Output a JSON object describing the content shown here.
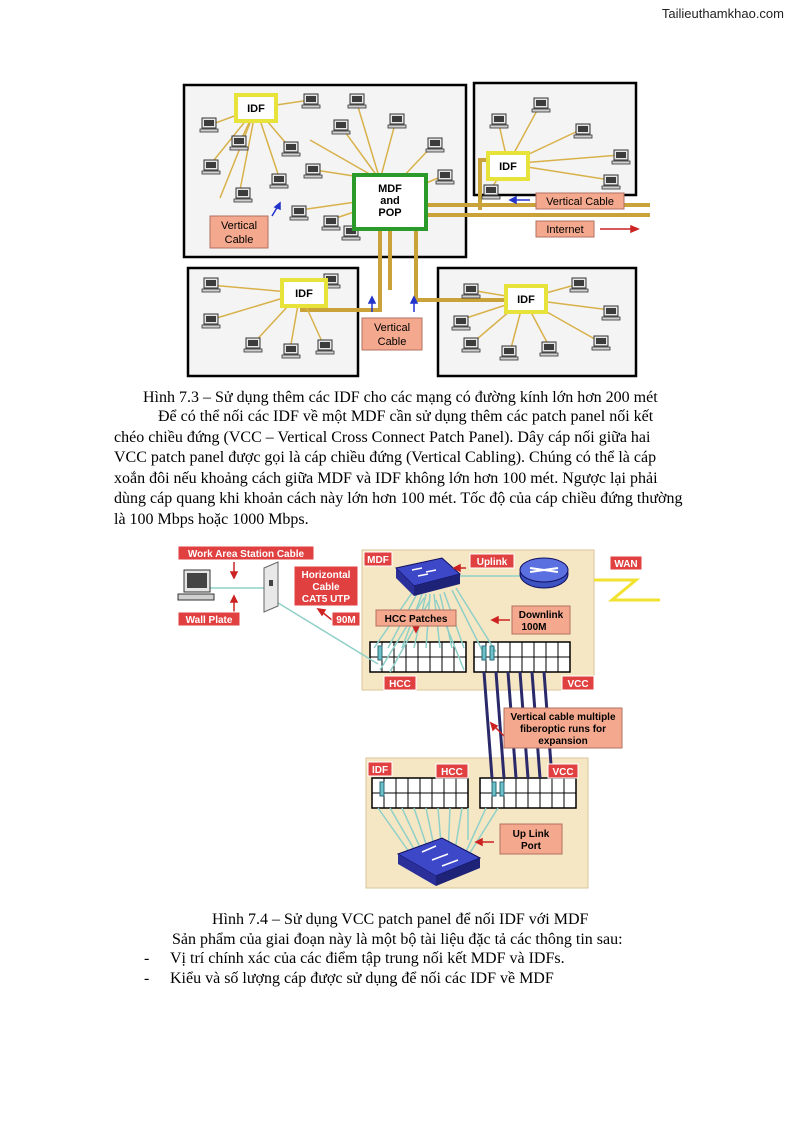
{
  "watermark": "Tailieuthamkhao.com",
  "figure1": {
    "labels": {
      "idf": "IDF",
      "mdf_line1": "MDF",
      "mdf_line2": "and",
      "mdf_line3": "POP",
      "vertical_line1": "Vertical",
      "vertical_line2": "Cable",
      "vertical_cable": "Vertical Cable",
      "internet": "Internet"
    },
    "caption": "Hình 7.3 – Sử dụng thêm các IDF cho các mạng có đường kính lớn hơn 200 mét"
  },
  "paragraph": {
    "lines": [
      "Để có thể nối các IDF về một MDF cần sử dụng thêm các patch panel nối kết",
      "chéo chiều đứng (VCC – Vertical Cross Connect Patch Panel). Dây cáp nối giữa hai",
      "VCC patch panel được gọi là cáp chiều đứng (Vertical Cabling). Chúng có thể là cáp",
      "xoắn đôi nếu khoảng cách giữa MDF và IDF không lớn hơn 100 mét. Ngược lại phải",
      "dùng cáp quang khi khoản cách này lớn hơn 100 mét. Tốc độ của cáp chiều đứng thường",
      "là 100 Mbps hoặc 1000 Mbps."
    ]
  },
  "figure2": {
    "labels": {
      "work_area": "Work Area Station Cable",
      "wall_plate": "Wall Plate",
      "horiz_1": "Horizontal",
      "horiz_2": "Cable",
      "horiz_3": "CAT5 UTP",
      "m90": "90M",
      "mdf": "MDF",
      "uplink": "Uplink",
      "wan": "WAN",
      "hcc_patches": "HCC Patches",
      "downlink_1": "Downlink",
      "downlink_2": "100M",
      "hcc": "HCC",
      "vcc": "VCC",
      "vert_1": "Vertical cable multiple",
      "vert_2": "fiberoptic runs for",
      "vert_3": "expansion",
      "idf": "IDF",
      "uplink_port_1": "Up Link",
      "uplink_port_2": "Port"
    },
    "caption": "Hình 7.4 – Sử dụng VCC patch panel để nối IDF với MDF"
  },
  "summary": "Sản phẩm của giai đoạn này là một bộ tài liệu đặc tả các thông tin sau:",
  "bullets": [
    {
      "dash": "-",
      "text": "Vị trí chính xác của các điểm tập trung nối kết MDF và IDFs."
    },
    {
      "dash": "-",
      "text": "Kiểu và số lượng cáp được sử dụng để nối các IDF về MDF"
    }
  ]
}
